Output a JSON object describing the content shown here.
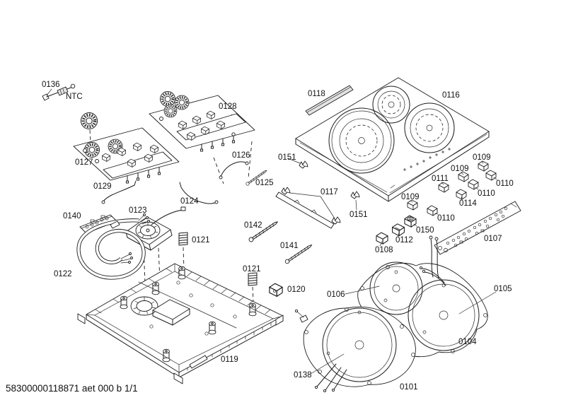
{
  "page": {
    "background": "#ffffff",
    "line_color": "#1c1c1c"
  },
  "footer": {
    "text": "58300000118871 aet 000 b 1/1"
  },
  "labels": {
    "l0136": "0136",
    "ntc": "NTC",
    "l0127": "0127",
    "l0128": "0128",
    "l0126": "0126",
    "l0129": "0129",
    "l0124": "0124",
    "l0125": "0125",
    "l0123": "0123",
    "l0140": "0140",
    "l0122": "0122",
    "l0121a": "0121",
    "l0121b": "0121",
    "l0142": "0142",
    "l0141": "0141",
    "l0120": "0120",
    "l0119": "0119",
    "l0118": "0118",
    "l0116": "0116",
    "l0151a": "0151",
    "l0151b": "0151",
    "l0117": "0117",
    "l0109a": "0109",
    "l0109b": "0109",
    "l0109c": "0109",
    "l0110a": "0110",
    "l0110b": "0110",
    "l0110c": "0110",
    "l0111": "0111",
    "l0114": "0114",
    "l0150": "0150",
    "l0112": "0112",
    "l0108": "0108",
    "l0107": "0107",
    "l0106": "0106",
    "l0105": "0105",
    "l0104": "0104",
    "l0138": "0138",
    "l0101": "0101"
  }
}
